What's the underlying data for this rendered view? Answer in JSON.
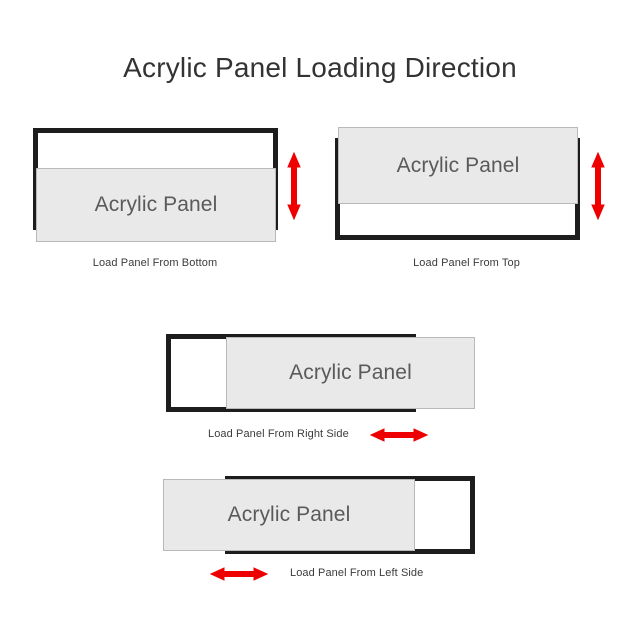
{
  "page": {
    "title": "Acrylic Panel Loading Direction",
    "background_color": "#ffffff"
  },
  "colors": {
    "bracket": "#1d1d1d",
    "panel_fill": "#e9e9e9",
    "panel_stroke": "#b9b9b9",
    "panel_text": "#5a5a5a",
    "caption_text": "#3b3b3b",
    "title_text": "#333333",
    "arrow": "#ee0000"
  },
  "diagrams": [
    {
      "id": "load-from-bottom",
      "panel_label": "Acrylic Panel",
      "caption": "Load Panel From Bottom",
      "open_side": "bottom",
      "arrow": {
        "orientation": "vertical",
        "double_headed": true,
        "color": "#ee0000"
      }
    },
    {
      "id": "load-from-top",
      "panel_label": "Acrylic Panel",
      "caption": "Load Panel From Top",
      "open_side": "top",
      "arrow": {
        "orientation": "vertical",
        "double_headed": true,
        "color": "#ee0000"
      }
    },
    {
      "id": "load-from-right",
      "panel_label": "Acrylic Panel",
      "caption": "Load Panel From Right Side",
      "open_side": "right",
      "arrow": {
        "orientation": "horizontal",
        "double_headed": true,
        "color": "#ee0000"
      }
    },
    {
      "id": "load-from-left",
      "panel_label": "Acrylic Panel",
      "caption": "Load Panel From Left Side",
      "open_side": "left",
      "arrow": {
        "orientation": "horizontal",
        "double_headed": true,
        "color": "#ee0000"
      }
    }
  ]
}
